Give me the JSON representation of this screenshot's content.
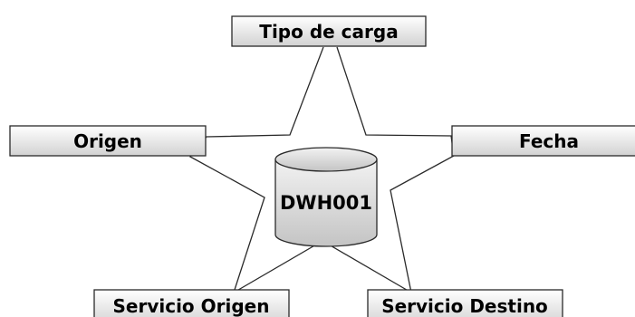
{
  "nodes": {
    "tipo_de_carga": "Tipo de carga",
    "origen": "Origen",
    "fecha": "Fecha",
    "servicio_origen": "Servicio Origen",
    "servicio_destino": "Servicio Destino",
    "database": "DWH001"
  },
  "colors": {
    "box_fill_top": "#ffffff",
    "box_fill_bottom": "#d2d2d2",
    "db_fill_top": "#f2f2f2",
    "db_fill_bottom": "#c4c4c4",
    "stroke": "#2a2a2a"
  }
}
